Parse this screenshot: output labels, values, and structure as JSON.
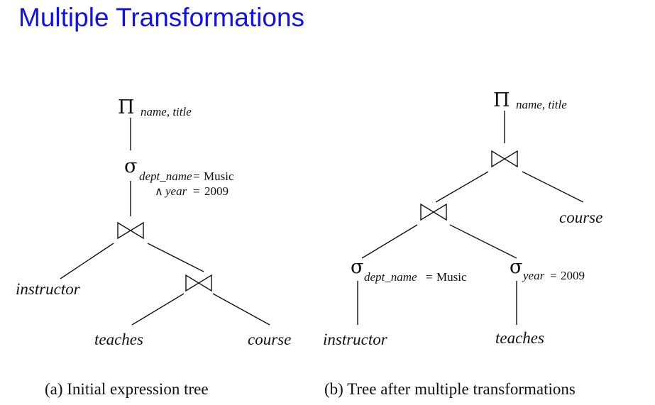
{
  "title": "Multiple Transformations",
  "symbols": {
    "pi": "Π",
    "sigma": "σ",
    "and": "∧",
    "eq": "="
  },
  "tree_a": {
    "caption": "(a) Initial expression tree",
    "project_attrs": "name, title",
    "select_attr1": "dept_name",
    "select_val1": "Music",
    "select_attr2": "year",
    "select_val2": "2009",
    "leaf_left": "instructor",
    "leaf_mid": "teaches",
    "leaf_right": "course"
  },
  "tree_b": {
    "caption": "(b) Tree after multiple transformations",
    "project_attrs": "name, title",
    "select_left_attr": "dept_name",
    "select_left_val": "Music",
    "select_right_attr": "year",
    "select_right_val": "2009",
    "leaf_course": "course",
    "leaf_instructor": "instructor",
    "leaf_teaches": "teaches"
  }
}
